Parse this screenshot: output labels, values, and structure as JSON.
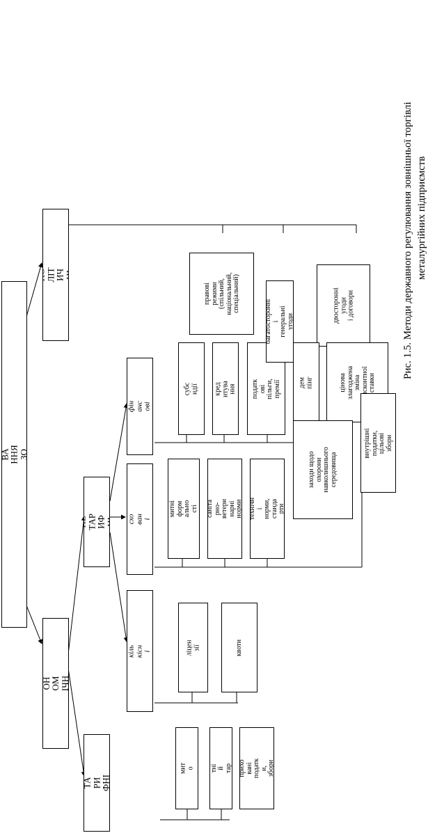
{
  "caption": {
    "line1": "Рис. 1.5. Методи державного регулювання зовнішньої торгівлі",
    "line2": "металургійних підприємств"
  },
  "root": "МЕ\nТО\nДИ\nРЕ\nГУ\nЛЮ\nВА\nННЯ\nЗО\nВНІ\nШН\nЬОЇ\nТО\nРГІ\nВЛІ",
  "political": "ПО\nЛІТ\nИЧ\nНІ",
  "economic": "ЕК\nОН\nОМ\nІЧН\nІ",
  "tariff": "ТА\nРИ\nФНІ",
  "nontariff": "НЕ\nТАР\nИФ\nНІ",
  "quantitative": "кіль\nкісн\nі",
  "hidden": "схо\nван\nі",
  "financial": "фін\nанс\nові",
  "tariff_items": [
    "мит\nо",
    "ми\nтні\nй\nтар\nиф",
    "прихо\nвані\nподатк\nи,\nзбори"
  ],
  "quant_items": [
    "ліцен\nзії",
    "квоти"
  ],
  "hidden_items": [
    "митні\nформ\nально\nсті",
    "саніта\nрно-\nветери\nнарні\nнорми",
    "технічн\nі\nнорми,\nстанда\nрти"
  ],
  "fin_items": [
    "субс\nидії",
    "кред\nитува\nння",
    "податк\nові\nпільги,\nпремії",
    "дем\nпінг",
    "цінова\nзлагоджена\nзмiна\nдисконтної\nставки"
  ],
  "env": "заходи щодо охорони\nнавколишнього\nсередовища",
  "internal": "внутрішні податки,\nцільові збори",
  "pol_items": [
    "правові режими\n(спільний,\nнаціональний,\nспеціальний)",
    "багатосторонні і\nгенеральні угоди",
    "двосторонні угоди\nі договори"
  ]
}
